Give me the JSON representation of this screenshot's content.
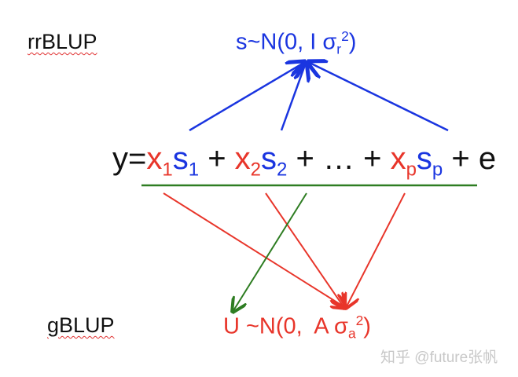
{
  "labels": {
    "rrblup": "rrBLUP",
    "gblup": "gBLUP"
  },
  "prior_s": {
    "lhs": "s~N(0, I σ",
    "sub": "r",
    "sup": "2",
    "close": ")"
  },
  "equation": {
    "y": "y=",
    "terms": [
      {
        "x": "x",
        "xsub": "1",
        "s": "s",
        "ssub": "1",
        "op": " + "
      },
      {
        "x": "x",
        "xsub": "2",
        "s": "s",
        "ssub": "2",
        "op": " + … + "
      },
      {
        "x": "x",
        "xsub": "p",
        "s": "s",
        "ssub": "p",
        "op": " + e"
      }
    ]
  },
  "prior_u": {
    "lhs": "U ~N(0,  A σ",
    "sub": "a",
    "sup": "2",
    "close": ")"
  },
  "watermark": "知乎 @future张帆",
  "colors": {
    "blue": "#1a35e0",
    "red": "#e8352a",
    "green": "#2e7d22",
    "black": "#111111"
  }
}
